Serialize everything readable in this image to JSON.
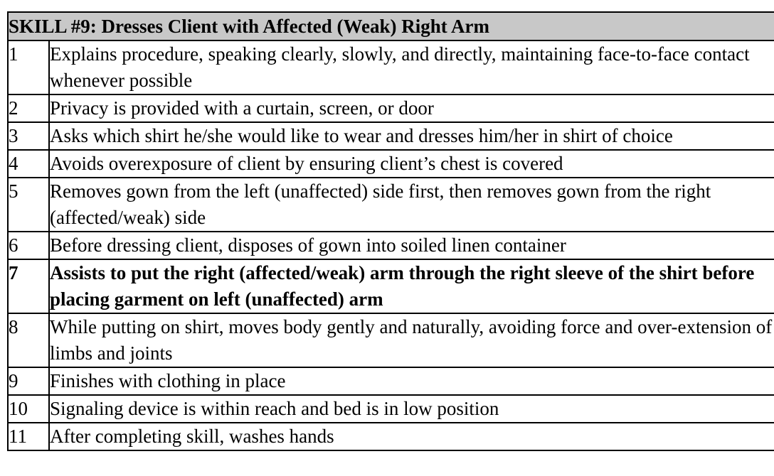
{
  "skill": {
    "title": "SKILL #9:  Dresses Client with Affected (Weak) Right Arm",
    "header_bg": "#c8c8c8",
    "steps": [
      {
        "num": "1",
        "text": "Explains procedure, speaking clearly, slowly, and directly, maintaining face-to-face contact whenever possible"
      },
      {
        "num": "2",
        "text": "Privacy is provided with a curtain, screen, or door"
      },
      {
        "num": "3",
        "text": "Asks which shirt he/she would like to wear and dresses him/her in shirt of choice"
      },
      {
        "num": "4",
        "text": "Avoids overexposure of client by ensuring client’s chest is covered"
      },
      {
        "num": "5",
        "text": "Removes gown from the left (unaffected) side first, then removes gown from the right (affected/weak) side"
      },
      {
        "num": "6",
        "text": "Before dressing client, disposes of gown into soiled linen container"
      },
      {
        "num": "7",
        "text": "Assists to put the right (affected/weak) arm through the right sleeve of the shirt before placing garment on left (unaffected) arm",
        "bold": true
      },
      {
        "num": "8",
        "text": "While putting on shirt, moves body gently and naturally, avoiding force and over-extension of limbs and joints"
      },
      {
        "num": "9",
        "text": "Finishes with clothing in place"
      },
      {
        "num": "10",
        "text": "Signaling device is within reach and bed is in low position"
      },
      {
        "num": "11",
        "text": "After completing skill, washes hands"
      }
    ]
  }
}
